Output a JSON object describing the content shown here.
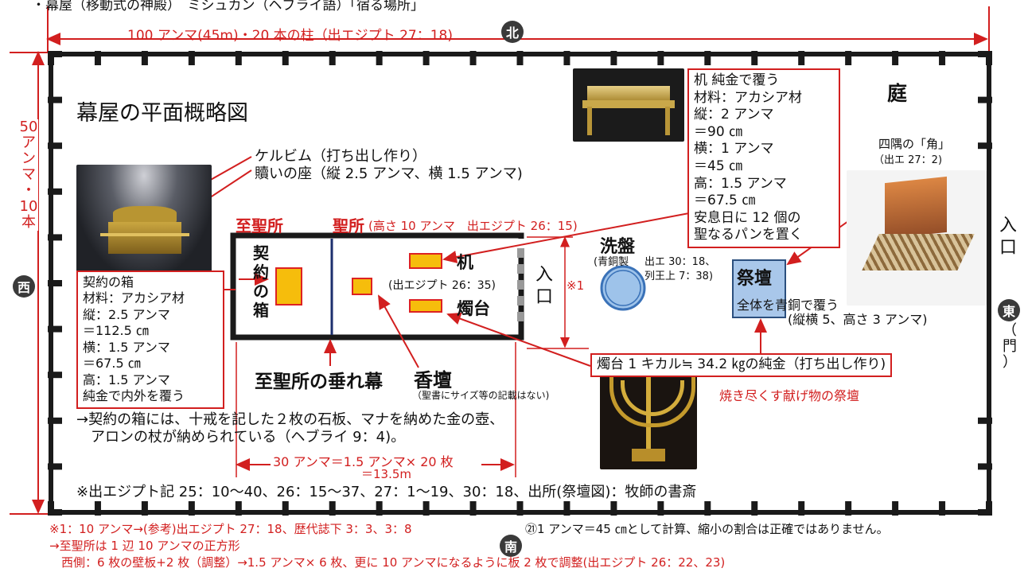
{
  "top_caption": "・幕屋（移動式の神殿）　ミシュカン（ヘブライ語）「宿る場所」",
  "dimensions": {
    "width_label": "100 アンマ(45m)・20 本の柱（出エジプト 27：18)",
    "height_label": [
      "50",
      "ア",
      "ン",
      "マ",
      "・",
      "10",
      "本"
    ],
    "holy_place_width_label": "30 アンマ＝1.5 アンマ× 20 枚",
    "holy_place_width_label_2": "＝13.5m"
  },
  "directions": {
    "north": "北",
    "south": "南",
    "west": "西",
    "east": "東",
    "entrance_vertical": [
      "入",
      "口"
    ],
    "gate_vertical": [
      "（",
      "門",
      "）"
    ]
  },
  "title": "幕屋の平面概略図",
  "court_label": "庭",
  "cherubim": {
    "line1": "ケルビム（打ち出し作り）",
    "line2": "贖いの座（縦 2.5 アンマ、横 1.5 アンマ)"
  },
  "holy_of_holies_label": "至聖所",
  "holy_place_label": "聖所",
  "holy_place_note": "(高さ 10 アンマ　出エジプト 26：15)",
  "ark_vertical": [
    "契",
    "約",
    "の",
    "箱"
  ],
  "table_label": "机",
  "lampstand_label": "燭台",
  "entrance_inner_vertical": [
    "入",
    "口"
  ],
  "note_mark": "※1",
  "table_ref": "(出エジプト 26：35)",
  "incense_altar": {
    "label": "香壇",
    "note": "（聖書にサイズ等の記載はない)"
  },
  "veil_label": "至聖所の垂れ幕",
  "laver": {
    "label": "洗盤",
    "note": "(青銅製",
    "ref1": "出エ 30：18、",
    "ref2": "列王上 7：38)"
  },
  "ark_box": [
    "契約の箱",
    "材料：アカシア材",
    "縦：2.5 アンマ",
    "＝112.5 ㎝",
    "横：1.5 アンマ",
    "＝67.5 ㎝",
    "高：1.5 アンマ",
    "純金で内外を覆う"
  ],
  "table_box": [
    "机 純金で覆う",
    "材料：アカシア材",
    "縦：2 アンマ",
    "＝90 ㎝",
    "横：1 アンマ",
    "＝45 ㎝",
    "高：1.5 アンマ",
    "＝67.5 ㎝",
    "安息日に 12 個の",
    "聖なるパンを置く"
  ],
  "horns": {
    "label": "四隅の「角」",
    "ref": "（出エ 27：2)"
  },
  "altar": {
    "label": "祭壇",
    "line1": "全体を青銅で覆う",
    "line2": "(縦横 5、高さ 3 アンマ)"
  },
  "lampstand_box": "燭台 1 キカル≒ 34.2 ㎏の純金（打ち出し作り)",
  "burnt_offering_label": "焼き尽くす献げ物の祭壇",
  "ark_contents": [
    "→契約の箱には、十戒を記した２枚の石板、マナを納めた金の壺、",
    "　アロンの杖が納められている（ヘブライ 9：4)。"
  ],
  "sources": "※出エジプト記 25：10～40、26：15～37、27：1～19、30：18、出所(祭壇図)：牧師の書斎",
  "footnotes": [
    "※1：10 アンマ→(参考)出エジプト 27：18、歴代誌下 3：3、3：8",
    "→至聖所は 1 辺 10 アンマの正方形",
    "　西側：6 枚の壁板+2 枚（調整）→1.5 アンマ× 6 枚、更に 10 アンマになるように板 2 枚で調整(出エジプト 26：22、23)"
  ],
  "scale_note": "㉑1 アンマ＝45 ㎝として計算、縮小の割合は正確ではありません。",
  "colors": {
    "red": "#d21f1f",
    "gold": "#f6bd0c",
    "navy": "#1c2f6e",
    "altar_blue": "#a9c7ea",
    "laver_blue": "#9ec3ea"
  }
}
